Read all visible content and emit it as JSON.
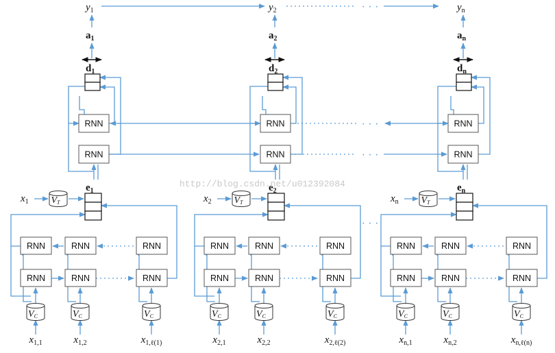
{
  "rnn_label": "RNN",
  "top_outputs": [
    {
      "y": "y",
      "y_sub": "1",
      "a": "a",
      "a_sub": "1",
      "d": "d",
      "d_sub": "1"
    },
    {
      "y": "y",
      "y_sub": "2",
      "a": "a",
      "a_sub": "2",
      "d": "d",
      "d_sub": "2"
    },
    {
      "y": "y",
      "y_sub": "n",
      "a": "a",
      "a_sub": "n",
      "d": "d",
      "d_sub": "n"
    }
  ],
  "encoders": [
    {
      "x": "x",
      "x_sub": "1",
      "e": "e",
      "e_sub": "1",
      "inputs": [
        {
          "x": "x",
          "sub": "1,1"
        },
        {
          "x": "x",
          "sub": "1,2"
        },
        {
          "x": "x",
          "sub": "1,ℓ(1)"
        }
      ]
    },
    {
      "x": "x",
      "x_sub": "2",
      "e": "e",
      "e_sub": "2",
      "inputs": [
        {
          "x": "x",
          "sub": "2,1"
        },
        {
          "x": "x",
          "sub": "2,2"
        },
        {
          "x": "x",
          "sub": "2,ℓ(2)"
        }
      ]
    },
    {
      "x": "x",
      "x_sub": "n",
      "e": "e",
      "e_sub": "n",
      "inputs": [
        {
          "x": "x",
          "sub": "n,1"
        },
        {
          "x": "x",
          "sub": "n,2"
        },
        {
          "x": "x",
          "sub": "n,ℓ(n)"
        }
      ]
    }
  ],
  "embed_V": "V",
  "embed_T": "T",
  "embed_C": "C",
  "ellipsis": "· · ·",
  "watermark": "http://blog.csdn.net/u012392084"
}
